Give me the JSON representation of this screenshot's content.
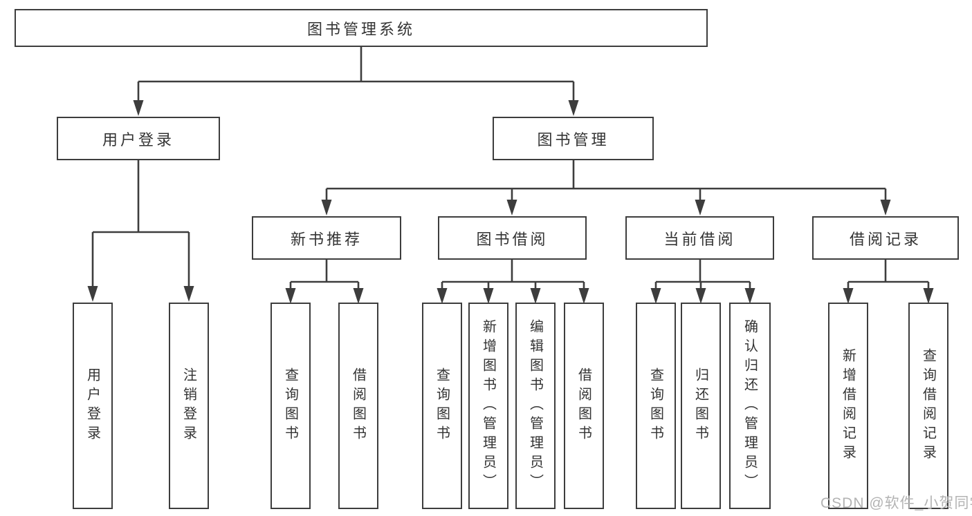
{
  "diagram": {
    "root": "图书管理系统",
    "level2": [
      "用户登录",
      "图书管理"
    ],
    "level3": [
      "新书推荐",
      "图书借阅",
      "当前借阅",
      "借阅记录"
    ],
    "level4": {
      "user_login": [
        "用户登录",
        "注销登录"
      ],
      "new_books": [
        "查询图书",
        "借阅图书"
      ],
      "book_borrow": [
        "查询图书",
        "新增图书（管理员）",
        "编辑图书（管理员）",
        "借阅图书"
      ],
      "current_borrow": [
        "查询图书",
        "归还图书",
        "确认归还（管理员）"
      ],
      "borrow_records": [
        "新增借阅记录",
        "查询借阅记录"
      ]
    }
  },
  "watermark": "CSDN @软件_小贺同学",
  "colors": {
    "line": "#3d3d3d",
    "text": "#333333",
    "box_background": "#ffffff",
    "watermark": "#b3b3b3"
  }
}
